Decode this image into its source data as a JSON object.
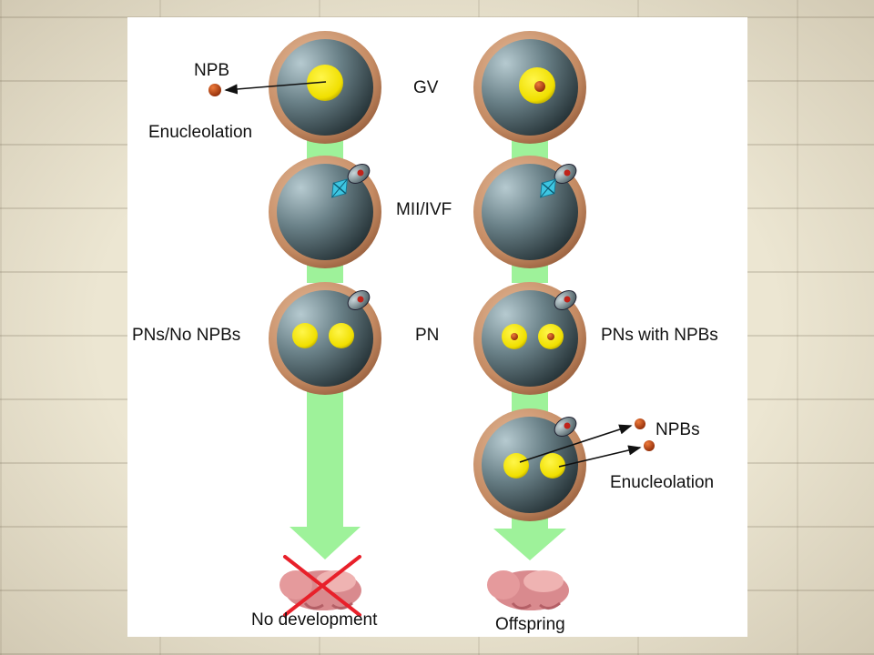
{
  "colors": {
    "background_wall": "#ece6d2",
    "panel": "#ffffff",
    "arrow_green": "#9ef29a",
    "cell_outer": "#c9916b",
    "cell_inner": "#4b5f64",
    "nucleus": "#f2e61a",
    "nucleolus": "#c44a12",
    "spindle": "#2fb7d6",
    "cross": "#e8202a"
  },
  "icons": {
    "cell": "oocyte-icon",
    "nucleus": "nucleus-icon",
    "spindle": "spindle-icon",
    "pup": "mouse-pup-icon",
    "cross": "cross-icon"
  },
  "labels": {
    "npb": "NPB",
    "enucleolation_top": "Enucleolation",
    "gv": "GV",
    "mii_ivf": "MII/IVF",
    "pns_no_npbs": "PNs/No NPBs",
    "pn": "PN",
    "pns_with_npbs": "PNs with NPBs",
    "npbs": "NPBs",
    "enucleolation_bottom": "Enucleolation",
    "no_development": "No development",
    "offspring": "Offspring"
  }
}
